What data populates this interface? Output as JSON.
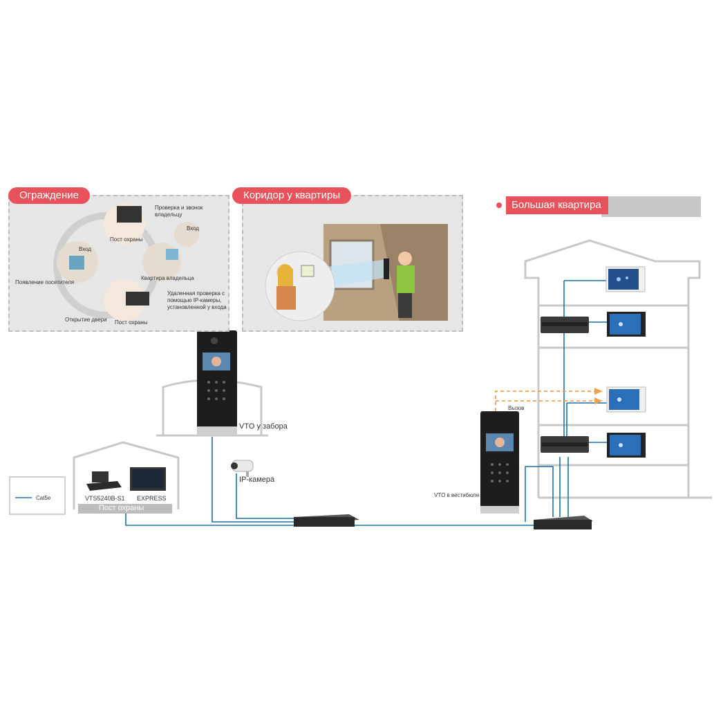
{
  "panels": {
    "fence": {
      "title": "Ограждение",
      "steps": [
        "Проверка и звонок владельцу",
        "Пост охраны",
        "Вход",
        "Вход",
        "Квартира владельца",
        "Появление посетителя",
        "Удаленная проверка с помощью IP-камеры, установленной у входа",
        "Открытие двери",
        "Пост охраны"
      ]
    },
    "corridor": {
      "title": "Коридор у квартиры"
    },
    "apartment": {
      "title": "Большая квартира"
    }
  },
  "devices": {
    "vto_fence": "VTO у забора",
    "ip_camera": "IP-камера",
    "vto_lobby": "VTO в вестибюле",
    "call": "Вызов",
    "vts": "VTS5240B-S1",
    "express": "EXPRESS",
    "guard_post": "Пост охраны"
  },
  "legend": {
    "cable": "Cat5e"
  },
  "colors": {
    "accent": "#e8525a",
    "cable": "#1a6fa8",
    "call_line": "#f0a050",
    "panel": "#e6e6e6"
  }
}
